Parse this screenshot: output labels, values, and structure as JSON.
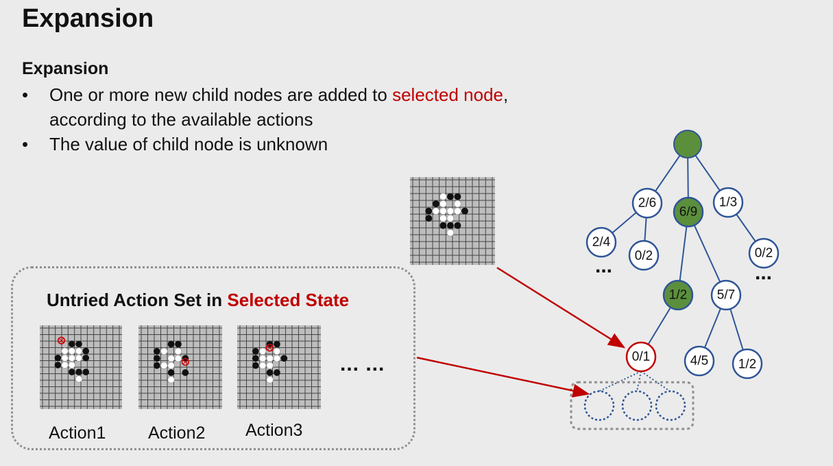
{
  "slide": {
    "title": "Expansion",
    "subheading": "Expansion",
    "bullets": [
      {
        "before": "One or more new child nodes are added to ",
        "highlight": "selected node",
        "after": ",",
        "line2": "according to the available actions"
      },
      {
        "text": "The value of child node is unknown"
      }
    ],
    "bullet_glyph": "•"
  },
  "panel": {
    "title_prefix": "Untried Action Set in ",
    "title_highlight": "Selected State",
    "actions": [
      "Action1",
      "Action2",
      "Action3"
    ],
    "ellipsis": "... ..."
  },
  "tree": {
    "root_color": "#5b8f3c",
    "edge_color": "#2f5597",
    "new_node_color": "#c00000",
    "nodes": {
      "n26": "2/6",
      "n69": "6/9",
      "n13": "1/3",
      "n24": "2/4",
      "n02a": "0/2",
      "n02b": "0/2",
      "n12a": "1/2",
      "n57": "5/7",
      "n01": "0/1",
      "n45": "4/5",
      "n12b": "1/2"
    },
    "ellipsis_left": "...",
    "ellipsis_right": "..."
  },
  "icons": {
    "arrow": "arrow-icon",
    "go_board": "go-board-icon"
  }
}
